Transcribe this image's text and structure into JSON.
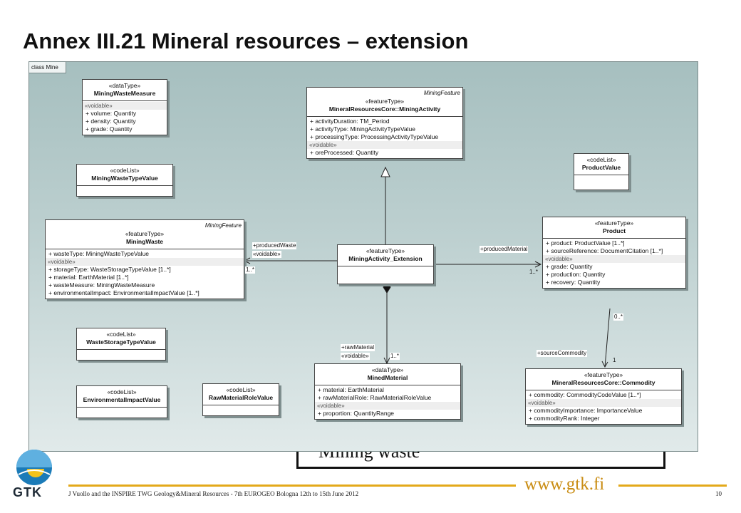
{
  "slide": {
    "title": "Annex III.21 Mineral resources – extension",
    "background_text": "Mining waste",
    "footer_citation": "J Vuollo and the INSPIRE TWG Geology&Mineral Resources - 7th EUROGEO Bologna 12th to 15th June 2012",
    "page_number": "10",
    "website": "www.gtk.fi",
    "logo_text": "GTK"
  },
  "diagram": {
    "frame_label": "class Mine",
    "classes": {
      "mining_waste_measure": {
        "stereotype": "«dataType»",
        "name": "MiningWasteMeasure",
        "sections": [
          {
            "label": "«voidable»",
            "attributes": [
              "+ volume: Quantity",
              "+ density: Quantity",
              "+ grade: Quantity"
            ]
          }
        ]
      },
      "mining_waste_type_value": {
        "stereotype": "«codeList»",
        "name": "MiningWasteTypeValue"
      },
      "mining_activity": {
        "tagged": "MiningFeature",
        "stereotype": "«featureType»",
        "name": "MineralResourcesCore::MiningActivity",
        "attributes": [
          "+ activityDuration: TM_Period",
          "+ activityType: MiningActivityTypeValue",
          "+ processingType: ProcessingActivityTypeValue"
        ],
        "sections": [
          {
            "label": "«voidable»",
            "attributes": [
              "+ oreProcessed: Quantity"
            ]
          }
        ]
      },
      "product_value": {
        "stereotype": "«codeList»",
        "name": "ProductValue"
      },
      "mining_waste": {
        "tagged": "MiningFeature",
        "stereotype": "«featureType»",
        "name": "MiningWaste",
        "attributes": [
          "+ wasteType: MiningWasteTypeValue"
        ],
        "sections": [
          {
            "label": "«voidable»",
            "attributes": [
              "+ storageType: WasteStorageTypeValue [1..*]",
              "+ material: EarthMaterial [1..*]",
              "+ wasteMeasure: MiningWasteMeasure",
              "+ environmentalImpact: EnvironmentalImpactValue [1..*]"
            ]
          }
        ]
      },
      "mining_activity_extension": {
        "stereotype": "«featureType»",
        "name": "MiningActivity_Extension"
      },
      "product": {
        "stereotype": "«featureType»",
        "name": "Product",
        "attributes": [
          "+ product: ProductValue [1..*]",
          "+ sourceReference: DocumentCitation [1..*]"
        ],
        "sections": [
          {
            "label": "«voidable»",
            "attributes": [
              "+ grade: Quantity",
              "+ production: Quantity",
              "+ recovery: Quantity"
            ]
          }
        ]
      },
      "waste_storage_type_value": {
        "stereotype": "«codeList»",
        "name": "WasteStorageTypeValue"
      },
      "mined_material": {
        "stereotype": "«dataType»",
        "name": "MinedMaterial",
        "attributes": [
          "+ material: EarthMaterial",
          "+ rawMaterialRole: RawMaterialRoleValue"
        ],
        "sections": [
          {
            "label": "«voidable»",
            "attributes": [
              "+ proportion: QuantityRange"
            ]
          }
        ]
      },
      "commodity": {
        "stereotype": "«featureType»",
        "name": "MineralResourcesCore::Commodity",
        "attributes": [
          "+ commodity: CommodityCodeValue [1..*]"
        ],
        "sections": [
          {
            "label": "«voidable»",
            "attributes": [
              "+ commodityImportance: ImportanceValue",
              "+ commodityRank: Integer"
            ]
          }
        ]
      },
      "environmental_impact_value": {
        "stereotype": "«codeList»",
        "name": "EnvironmentalImpactValue"
      },
      "raw_material_role_value": {
        "stereotype": "«codeList»",
        "name": "RawMaterialRoleValue"
      }
    },
    "labels": {
      "produced_waste_role": "+producedWaste",
      "produced_waste_voidable": "«voidable»",
      "produced_waste_mult": "1..*",
      "produced_material_role": "+producedMaterial",
      "produced_material_mult": "1..*",
      "raw_material_role": "+rawMaterial",
      "raw_material_voidable": "«voidable»",
      "raw_material_mult": "1..*",
      "source_commodity_role": "+sourceCommodity",
      "source_commodity_mult_top": "0..*",
      "source_commodity_mult_bottom": "1"
    }
  },
  "colors": {
    "diagram_bg_top": "#a6bfbf",
    "diagram_bg_bottom": "#e1eaea",
    "accent_gold": "#e3a91a",
    "logo_blue": "#1b7bb8",
    "logo_yellow": "#f2c21b"
  }
}
